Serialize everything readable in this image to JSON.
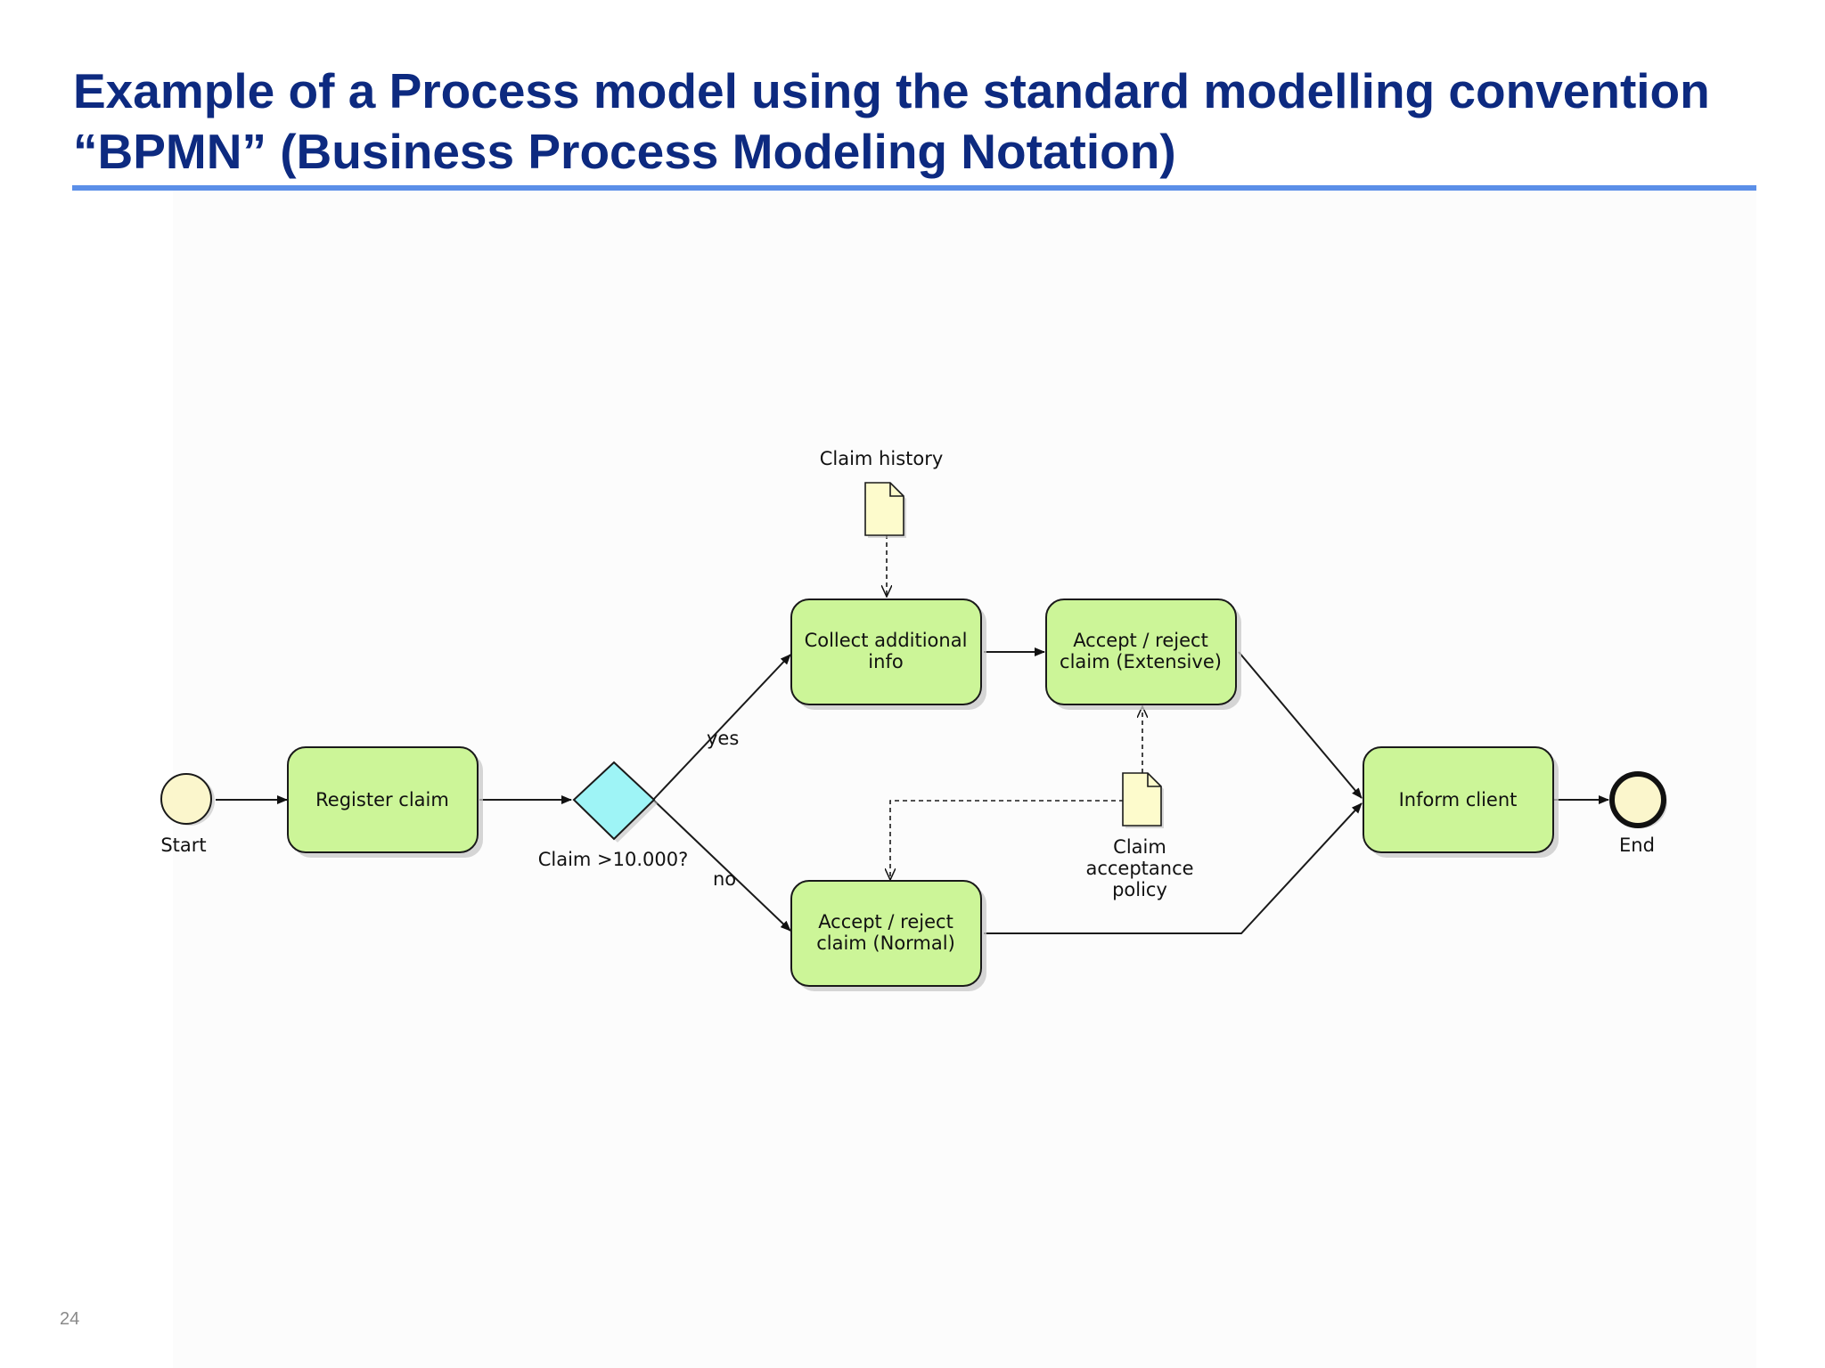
{
  "slide": {
    "title": "Example of a Process model using the standard modelling convention “BPMN” (Business Process Modeling Notation)",
    "page_number": "24"
  },
  "diagram": {
    "nodes": {
      "start": {
        "type": "start-event",
        "label": "Start"
      },
      "register": {
        "type": "task",
        "label_lines": [
          "Register claim"
        ]
      },
      "gateway": {
        "type": "exclusive-gateway",
        "label": "Claim >10.000?"
      },
      "collect": {
        "type": "task",
        "label_lines": [
          "Collect additional",
          "info"
        ]
      },
      "accept_ext": {
        "type": "task",
        "label_lines": [
          "Accept / reject",
          "claim (Extensive)"
        ]
      },
      "accept_norm": {
        "type": "task",
        "label_lines": [
          "Accept / reject",
          "claim (Normal)"
        ]
      },
      "inform": {
        "type": "task",
        "label_lines": [
          "Inform client"
        ]
      },
      "end": {
        "type": "end-event",
        "label": "End"
      },
      "claim_history": {
        "type": "data-object",
        "label_lines": [
          "Claim history"
        ]
      },
      "policy": {
        "type": "data-object",
        "label_lines": [
          "Claim",
          "acceptance",
          "policy"
        ]
      }
    },
    "flows": {
      "yes_label": "yes",
      "no_label": "no"
    },
    "colors": {
      "task_fill": "#ccf598",
      "event_fill": "#fbf6cc",
      "gateway_fill": "#9ef4f6",
      "data_fill": "#fdfbcc",
      "stroke": "#1a1a1a"
    }
  }
}
